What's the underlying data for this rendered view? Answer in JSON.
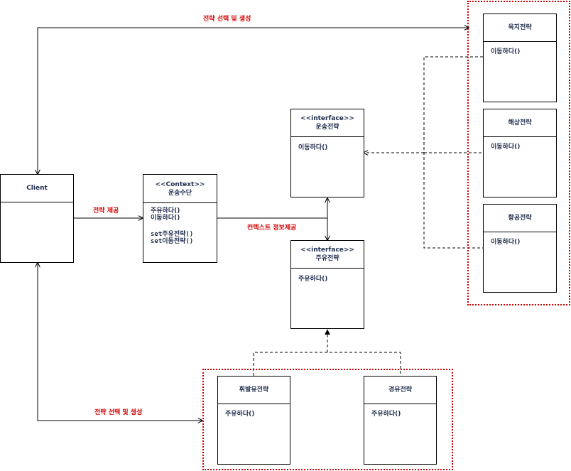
{
  "labels": {
    "top_arrow": "전략 선택 및 생성",
    "client_to_context": "전략 제공",
    "context_info": "컨텍스트 정보제공",
    "bottom_arrow": "전략 선택 및 생성"
  },
  "client": {
    "title": "Client"
  },
  "context": {
    "stereotype": "<<Context>>",
    "title": "운송수단",
    "methods": [
      "주유하다()",
      "이동하다()"
    ],
    "setters": [
      "set주유전략()",
      "set이동전략()"
    ]
  },
  "move_interface": {
    "stereotype": "<<interface>>",
    "title": "운송전략",
    "method": "이동하다()"
  },
  "fuel_interface": {
    "stereotype": "<<interface>>",
    "title": "주유전략",
    "method": "주유하다()"
  },
  "move_strategies": [
    {
      "title": "육지전략",
      "method": "이동하다()"
    },
    {
      "title": "해상전략",
      "method": "이동하다()"
    },
    {
      "title": "항공전략",
      "method": "이동하다()"
    }
  ],
  "fuel_strategies": [
    {
      "title": "휘발유전략",
      "method": "주유하다()"
    },
    {
      "title": "경유전략",
      "method": "주유하다()"
    }
  ],
  "colors": {
    "label_red": "#d40000",
    "group_border": "#cc0000",
    "text_navy": "#1f2d4d",
    "line": "#000000"
  }
}
